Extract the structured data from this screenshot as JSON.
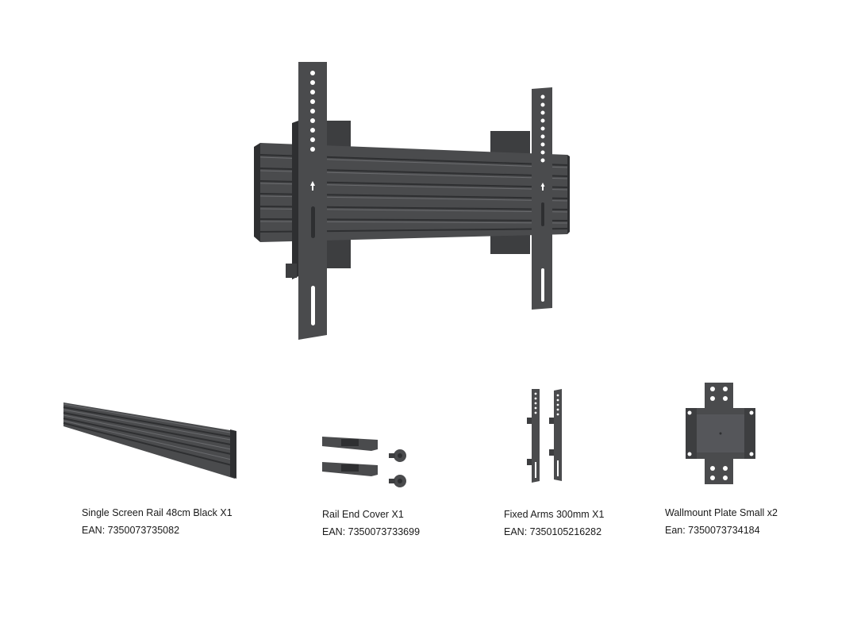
{
  "parts": [
    {
      "name": "Single Screen Rail 48cm Black X1",
      "ean": "EAN: 7350073735082",
      "icon": "rail-illustration"
    },
    {
      "name": "Rail End Cover X1",
      "ean": "EAN: 7350073733699",
      "icon": "end-cover-illustration"
    },
    {
      "name": "Fixed Arms 300mm X1",
      "ean": "EAN: 7350105216282",
      "icon": "fixed-arms-illustration"
    },
    {
      "name": "Wallmount Plate Small x2",
      "ean": "Ean:  7350073734184",
      "icon": "wallmount-plate-illustration"
    }
  ],
  "colors": {
    "metal": "#4a4b4d",
    "metal_dark": "#2e2f31",
    "metal_light": "#6a6b6e",
    "text": "#1a1a1a",
    "background": "#ffffff"
  }
}
